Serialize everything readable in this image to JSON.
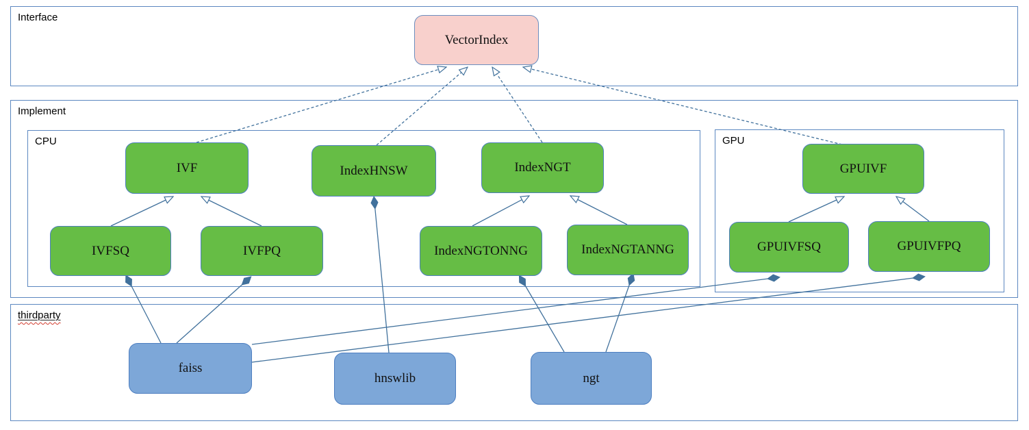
{
  "containers": {
    "interface": {
      "label": "Interface"
    },
    "implement": {
      "label": "Implement"
    },
    "cpu": {
      "label": "CPU"
    },
    "gpu": {
      "label": "GPU"
    },
    "thirdparty": {
      "label": "thirdparty"
    }
  },
  "nodes": {
    "vectorindex": {
      "label": "VectorIndex"
    },
    "ivf": {
      "label": "IVF"
    },
    "indexhnsw": {
      "label": "IndexHNSW"
    },
    "indexngt": {
      "label": "IndexNGT"
    },
    "ivfsq": {
      "label": "IVFSQ"
    },
    "ivfpq": {
      "label": "IVFPQ"
    },
    "indexngtonng": {
      "label": "IndexNGTONNG"
    },
    "indexngtanng": {
      "label": "IndexNGTANNG"
    },
    "gpuivf": {
      "label": "GPUIVF"
    },
    "gpuivfsq": {
      "label": "GPUIVFSQ"
    },
    "gpuivfpq": {
      "label": "GPUIVFPQ"
    },
    "faiss": {
      "label": "faiss"
    },
    "hnswlib": {
      "label": "hnswlib"
    },
    "ngt": {
      "label": "ngt"
    }
  },
  "edges": {
    "realization_dashed_hollow_arrow": [
      {
        "from": "IVF",
        "to": "VectorIndex"
      },
      {
        "from": "IndexHNSW",
        "to": "VectorIndex"
      },
      {
        "from": "IndexNGT",
        "to": "VectorIndex"
      },
      {
        "from": "GPUIVF",
        "to": "VectorIndex"
      }
    ],
    "generalization_solid_hollow_arrow": [
      {
        "from": "IVFSQ",
        "to": "IVF"
      },
      {
        "from": "IVFPQ",
        "to": "IVF"
      },
      {
        "from": "IndexNGTONNG",
        "to": "IndexNGT"
      },
      {
        "from": "IndexNGTANNG",
        "to": "IndexNGT"
      },
      {
        "from": "GPUIVFSQ",
        "to": "GPUIVF"
      },
      {
        "from": "GPUIVFPQ",
        "to": "GPUIVF"
      }
    ],
    "composition_filled_diamond": [
      {
        "diamond_at": "IVFSQ",
        "part": "faiss"
      },
      {
        "diamond_at": "IVFPQ",
        "part": "faiss"
      },
      {
        "diamond_at": "IndexHNSW",
        "part": "hnswlib"
      },
      {
        "diamond_at": "IndexNGTONNG",
        "part": "ngt"
      },
      {
        "diamond_at": "IndexNGTANNG",
        "part": "ngt"
      },
      {
        "diamond_at": "GPUIVFSQ",
        "part": "faiss"
      },
      {
        "diamond_at": "GPUIVFPQ",
        "part": "faiss"
      }
    ]
  },
  "colors": {
    "node_green": "#66bd45",
    "node_blue": "#7da7d8",
    "node_pink": "#f8d0cc",
    "container_border": "#5b87c0",
    "node_border": "#4d7ec0",
    "connector": "#41719c",
    "squiggle_red": "#d23b2e",
    "text": "#111111"
  }
}
